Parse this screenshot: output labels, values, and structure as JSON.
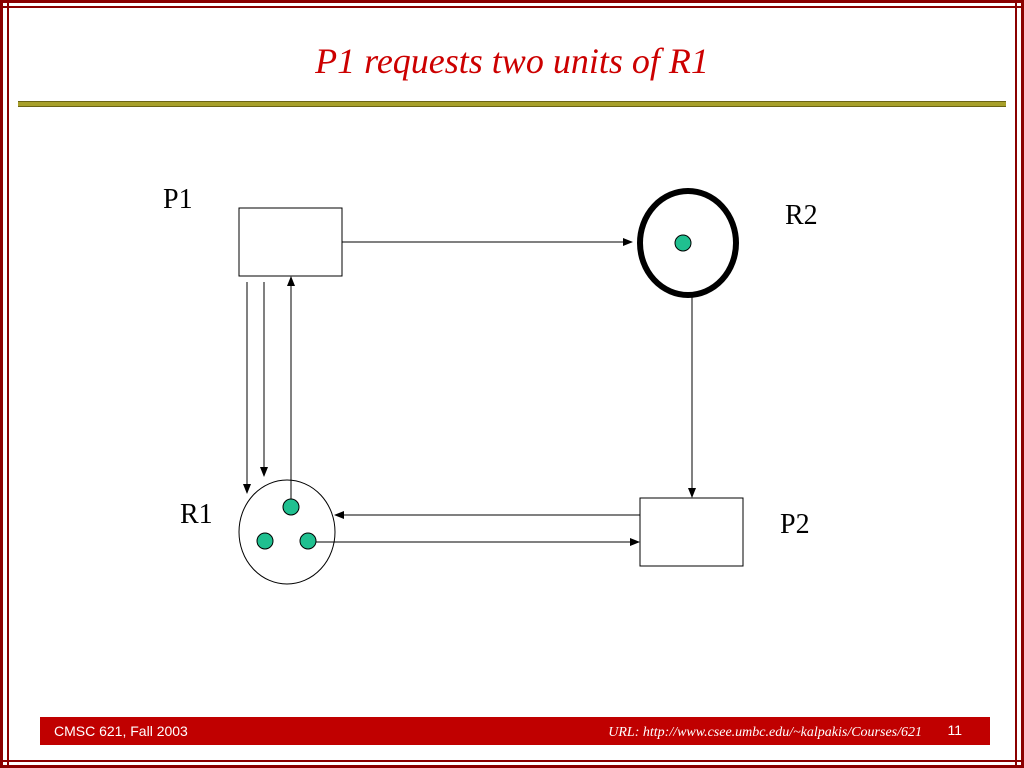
{
  "slide": {
    "title": "P1 requests two units of R1",
    "footer_left": "CMSC 621, Fall 2003",
    "footer_url": "URL: http://www.csee.umbc.edu/~kalpakis/Courses/621",
    "page_number": "11"
  },
  "diagram": {
    "p1_label": "P1",
    "p2_label": "P2",
    "r1_label": "R1",
    "r2_label": "R2",
    "r1_units": 3,
    "r2_units": 1,
    "unit_color": "#20c090"
  },
  "colors": {
    "frame": "#8b0000",
    "title": "#cc0000",
    "rule": "#a8a02a",
    "footer_bar": "#c00000"
  }
}
